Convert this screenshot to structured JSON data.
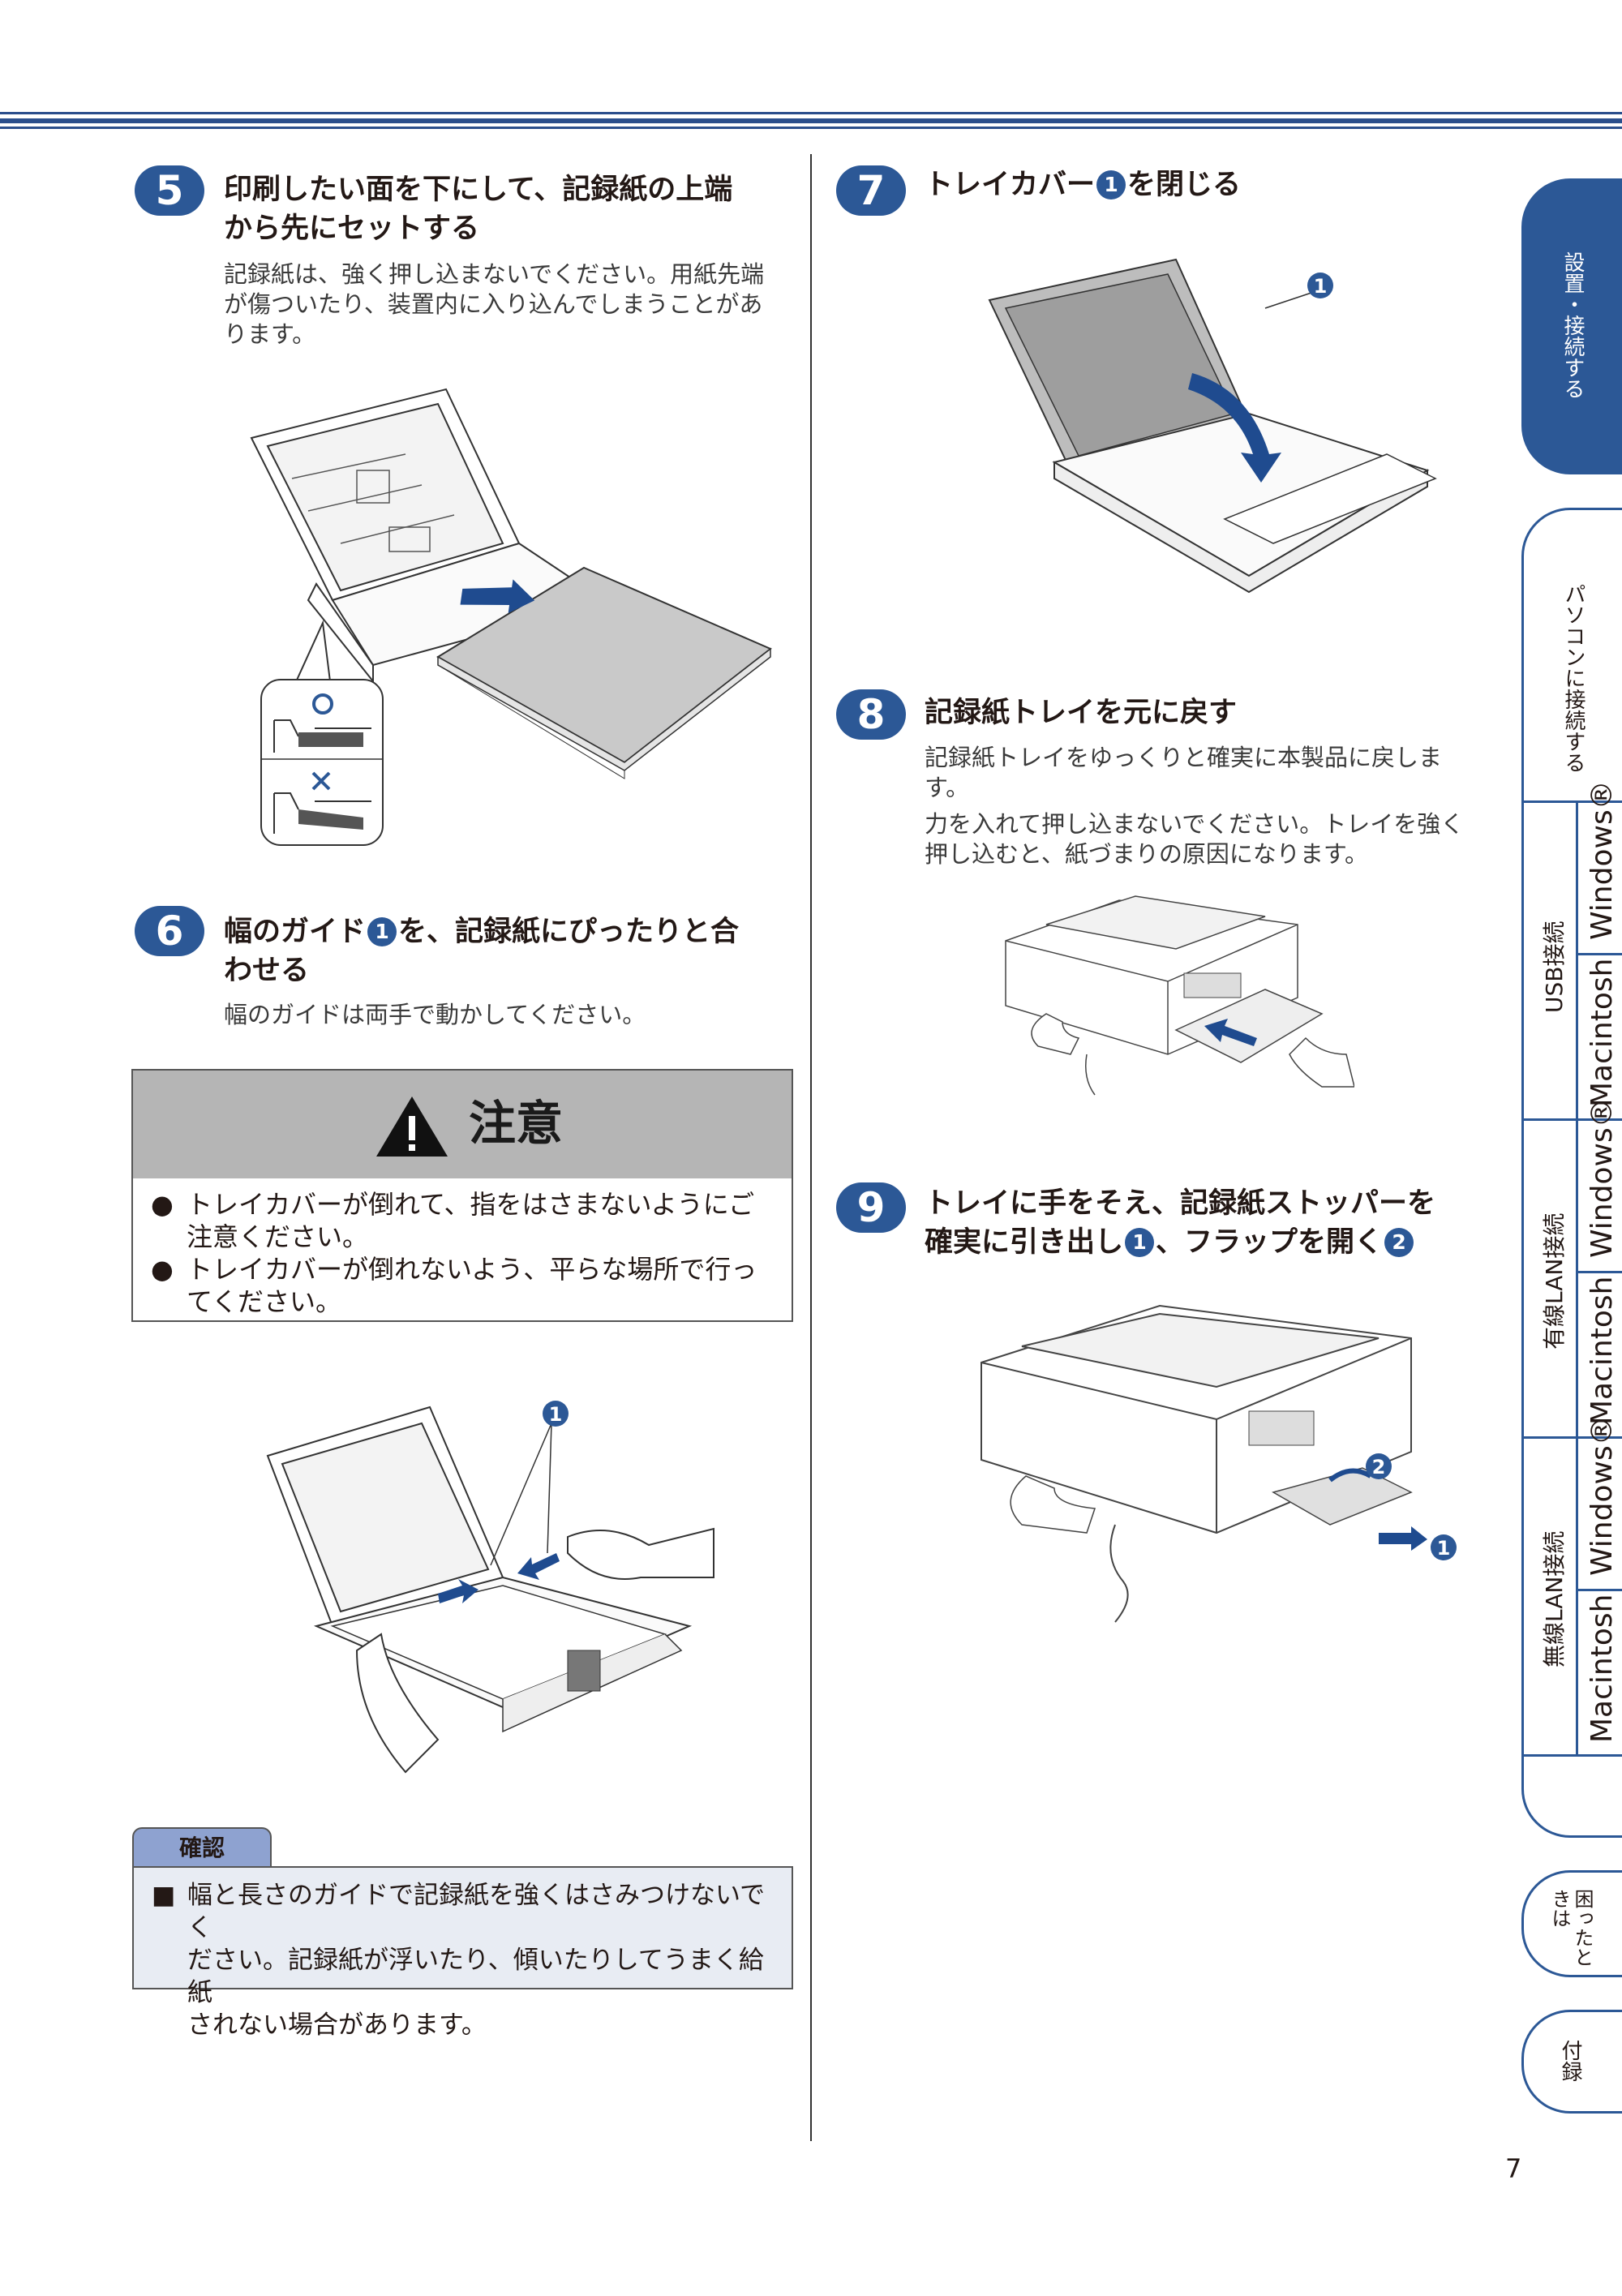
{
  "steps": {
    "s5": {
      "num": "5",
      "title_l1": "印刷したい面を下にして、記録紙の上端",
      "title_l2": "から先にセットする",
      "body_l1": "記録紙は、強く押し込まないでください。用紙先端",
      "body_l2": "が傷ついたり、装置内に入り込んでしまうことがあ",
      "body_l3": "ります。"
    },
    "s6": {
      "num": "6",
      "title_a": "幅のガイド",
      "title_b": "を、記録紙にぴったりと合",
      "title_l2": "わせる",
      "marker": "1",
      "body": "幅のガイドは両手で動かしてください。"
    },
    "s7": {
      "num": "7",
      "title_a": "トレイカバー",
      "title_b": "を閉じる",
      "marker": "1"
    },
    "s8": {
      "num": "8",
      "title": "記録紙トレイを元に戻す",
      "body1_l1": "記録紙トレイをゆっくりと確実に本製品に戻しま",
      "body1_l2": "す。",
      "body2_l1": "力を入れて押し込まないでください。トレイを強く",
      "body2_l2": "押し込むと、紙づまりの原因になります。"
    },
    "s9": {
      "num": "9",
      "title_l1": "トレイに手をそえ、記録紙ストッパーを",
      "title_l2a": "確実に引き出し",
      "title_l2b": "、フラップを開く",
      "marker1": "1",
      "marker2": "2"
    }
  },
  "caution": {
    "title": "注意",
    "items": [
      {
        "l1": "トレイカバーが倒れて、指をはさまないようにご",
        "l2": "注意ください。"
      },
      {
        "l1": "トレイカバーが倒れないよう、平らな場所で行っ",
        "l2": "てください。"
      }
    ]
  },
  "confirm": {
    "tab": "確認",
    "l1": "幅と長さのガイドで記録紙を強くはさみつけないでく",
    "l2": "ださい。記録紙が浮いたり、傾いたりしてうまく給紙",
    "l3": "されない場合があります。"
  },
  "figure_labels": {
    "ok": "O",
    "ng": "×",
    "m1": "1",
    "m2": "2"
  },
  "side_tabs": {
    "setup": "設置・接続する",
    "pc": "パソコンに接続する",
    "usb": "USB接続",
    "wired": "有線LAN接続",
    "wireless": "無線LAN接続",
    "windows": "Windows®",
    "macintosh": "Macintosh",
    "trouble": "困ったときは",
    "appendix": "付録"
  },
  "page_number": "7",
  "colors": {
    "accent": "#2c5896",
    "header": "#2a4e8c",
    "caution_head": "#b5b5b5",
    "confirm_bg": "#e8ecf3",
    "confirm_tab": "#8ea2d0"
  }
}
